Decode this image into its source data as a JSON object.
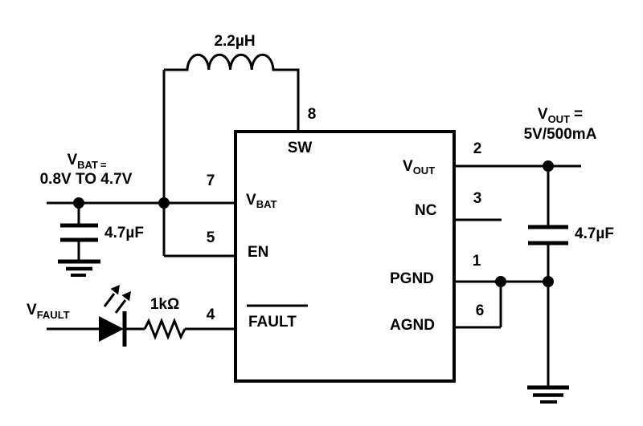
{
  "colors": {
    "ink": "#000000",
    "background": "#ffffff"
  },
  "inductor": {
    "value": "2.2µH"
  },
  "battery_input": {
    "label_v": "V",
    "label_v_sub": "BAT",
    "label_eq": "=",
    "range": "0.8V TO 4.7V",
    "capacitor_value": "4.7µF"
  },
  "output": {
    "label_v": "V",
    "label_v_sub": "OUT",
    "label_eq": "=",
    "rating": "5V/500mA",
    "capacitor_value": "4.7µF"
  },
  "fault_input": {
    "label_v": "V",
    "label_v_sub": "FAULT",
    "resistor_value": "1kΩ"
  },
  "ic": {
    "pin_sw": {
      "num": "8",
      "label": "SW"
    },
    "pin_vbat": {
      "num": "7",
      "label": "V",
      "label_sub": "BAT"
    },
    "pin_en": {
      "num": "5",
      "label": "EN"
    },
    "pin_fault": {
      "num": "4",
      "label": "FAULT"
    },
    "pin_vout": {
      "num": "2",
      "label": "V",
      "label_sub": "OUT"
    },
    "pin_nc": {
      "num": "3",
      "label": "NC"
    },
    "pin_pgnd": {
      "num": "1",
      "label": "PGND"
    },
    "pin_agnd": {
      "num": "6",
      "label": "AGND"
    }
  }
}
